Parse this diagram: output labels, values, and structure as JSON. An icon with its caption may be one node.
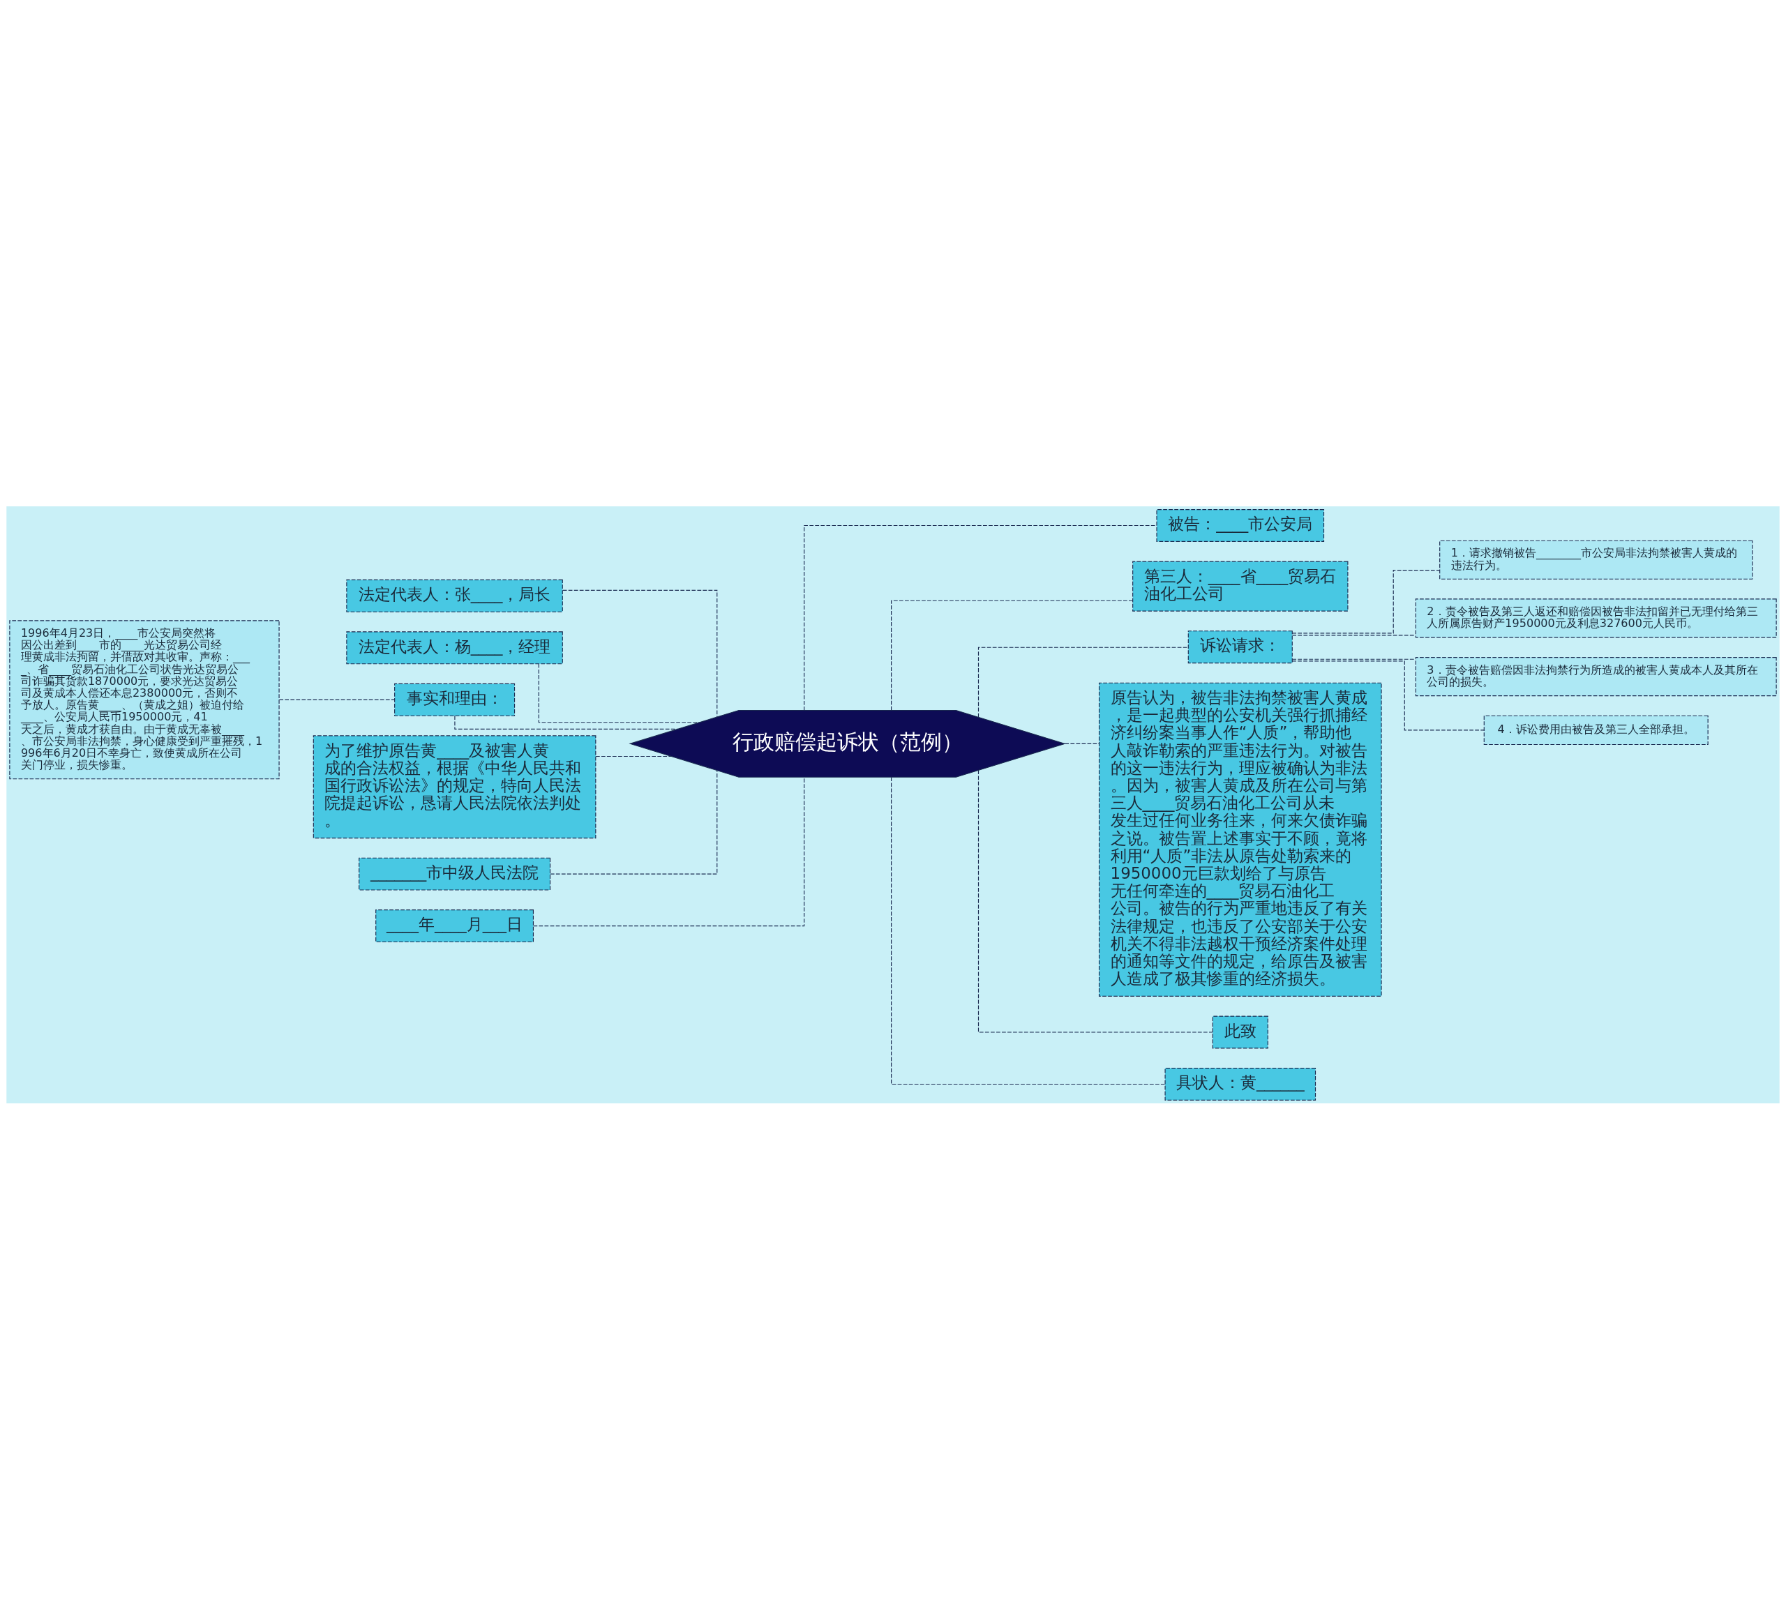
{
  "diagram": {
    "nodes": [
      {
        "text": [
          "行政赔偿起诉状（范例）"
        ]
      },
      {
        "text": [
          "被告：____市公安局"
        ]
      },
      {
        "text": [
          "第三人：____省____贸易石油化工公司"
        ]
      },
      {
        "text": [
          "诉讼请求："
        ]
      },
      {
        "text": [
          "1．请求撤销被告________市公安局非法拘禁被害人黄成的违法行为。"
        ]
      },
      {
        "text": [
          "2．责令被告及第三人返还和赔偿因被告非法扣留并已无理付给第三人所属原告财产1950000元及利息327600元人民币。"
        ]
      },
      {
        "text": [
          "3．责令被告赔偿因非法拘禁行为所造成的被害人黄成本人及其所在公司的损失。"
        ]
      },
      {
        "text": [
          "4．诉讼费用由被告及第三人全部承担。"
        ]
      },
      {
        "text": [
          "原告认为，被告非法拘禁被害人黄成，是一起典型的公安机关强行抓捕经济纠纷案当事人作“人质”，帮助他人敲诈勒索的严重违法行为。对被告的这一违法行为，理应被确认为非法。因为，被害人黄成及所在公司与第三人____贸易石油化工公司从未发生过任何业务往来，何来欠债诈骗之说。被告置上述事实于不顾，竟将利用“人质”非法从原告处勒索来的1950000元巨款划给了与原告无任何牵连的____贸易石油化工公司。被告的行为严重地违反了有关法律规定，也违反了公安部关于公安机关不得非法越权干预经济案件处理的通知等文件的规定，给原告及被害人造成了极其惨重的经济损失。"
        ]
      },
      {
        "text": [
          "此致"
        ]
      },
      {
        "text": [
          "具状人：黄______"
        ]
      },
      {
        "text": [
          "法定代表人：张____，局长"
        ]
      },
      {
        "text": [
          "法定代表人：杨____，经理"
        ]
      },
      {
        "text": [
          "事实和理由："
        ]
      },
      {
        "text": [
          "1996年4月23日，____市公安局突然将因公出差到____市的____光达贸易公司经理黄成非法拘留，并借故对其收审。声称：____、省____贸易石油化工公司状告光达贸易公司诈骗其货款1870000元，要求光达贸易公司及黄成本人偿还本息2380000元，否则不予放人。原告黄____、（黄成之姐）被迫付给____、公安局人民币1950000元，41天之后，黄成才获自由。由于黄成无辜被____、市公安局非法拘禁，身心健康受到严重摧残，1996年6月20日不幸身亡，致使黄成所在公司关门停业，损失惨重。"
        ]
      },
      {
        "text": [
          "为了维护原告黄____及被害人黄成的合法权益，根据《中华人民共和国行政诉讼法》的规定，特向人民法院提起诉讼，恳请人民法院依法判处。"
        ]
      },
      {
        "text": [
          "_______市中级人民法院"
        ]
      },
      {
        "text": [
          "____年____月___日"
        ]
      }
    ],
    "edges": [
      {
        "from": 0,
        "to": 1,
        "arrow": "none",
        "style": "dashed"
      },
      {
        "from": 0,
        "to": 2,
        "arrow": "none",
        "style": "dashed"
      },
      {
        "from": 0,
        "to": 3,
        "arrow": "none",
        "style": "dashed"
      },
      {
        "from": 3,
        "to": 4,
        "arrow": "none",
        "style": "dashed"
      },
      {
        "from": 3,
        "to": 5,
        "arrow": "none",
        "style": "dashed"
      },
      {
        "from": 3,
        "to": 6,
        "arrow": "none",
        "style": "dashed"
      },
      {
        "from": 3,
        "to": 7,
        "arrow": "none",
        "style": "dashed"
      },
      {
        "from": 0,
        "to": 8,
        "arrow": "none",
        "style": "dashed"
      },
      {
        "from": 0,
        "to": 9,
        "arrow": "none",
        "style": "dashed"
      },
      {
        "from": 0,
        "to": 10,
        "arrow": "none",
        "style": "dashed"
      },
      {
        "from": 0,
        "to": 11,
        "arrow": "none",
        "style": "dashed"
      },
      {
        "from": 0,
        "to": 12,
        "arrow": "none",
        "style": "dashed"
      },
      {
        "from": 0,
        "to": 13,
        "arrow": "none",
        "style": "dashed"
      },
      {
        "from": 13,
        "to": 14,
        "arrow": "none",
        "style": "dashed"
      },
      {
        "from": 0,
        "to": 15,
        "arrow": "none",
        "style": "dashed"
      },
      {
        "from": 0,
        "to": 16,
        "arrow": "none",
        "style": "dashed"
      },
      {
        "from": 0,
        "to": 17,
        "arrow": "none",
        "style": "dashed"
      }
    ]
  }
}
